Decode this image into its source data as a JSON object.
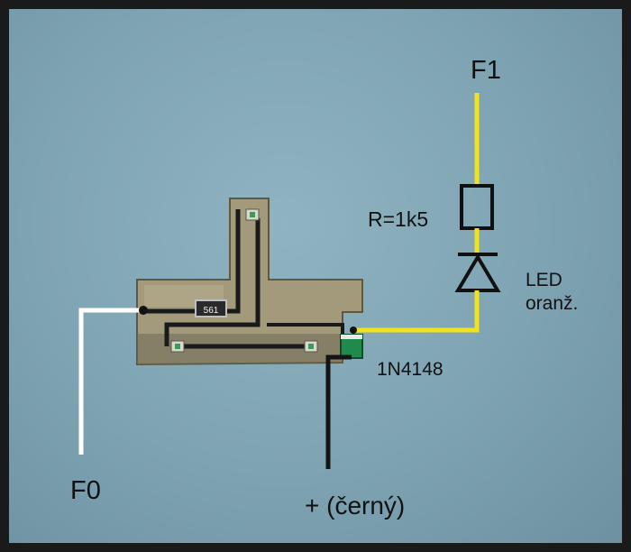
{
  "labels": {
    "f1": "F1",
    "f0": "F0",
    "resistor": "R=1k5",
    "led_line1": "LED",
    "led_line2": "oranž.",
    "diode": "1N4148",
    "plus": "+ (černý)",
    "smd_code": "561"
  },
  "colors": {
    "background": "#7fa4b3",
    "frame": "#1a1a1a",
    "wire_f1": "#f2e21c",
    "wire_f0": "#ffffff",
    "wire_plus": "#141414",
    "pcb": "#a39a7c",
    "diode_body": "#1f8a4c"
  }
}
